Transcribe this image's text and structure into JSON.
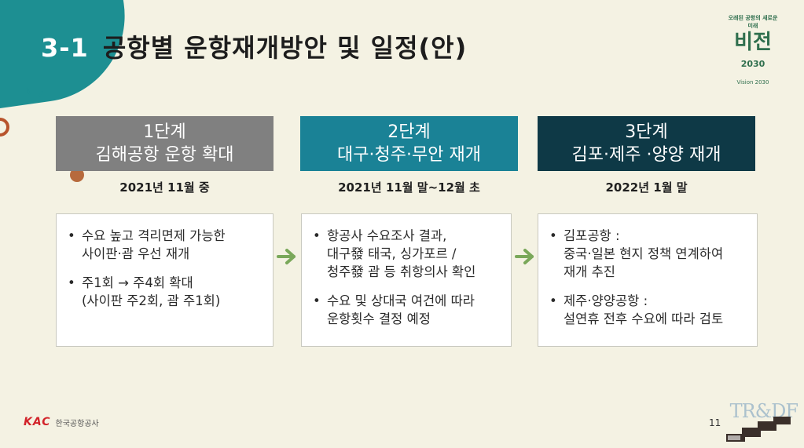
{
  "header": {
    "number": "3-1",
    "title": "공항별 운항재개방안 및 일정(안)"
  },
  "logo": {
    "top": "오래된 공항의 새로운 미래",
    "main": "비전",
    "year": "2030",
    "sub": "Vision 2030"
  },
  "stages": [
    {
      "label": "1단계",
      "name": "김해공항 운항 확대",
      "date": "2021년 11월 중"
    },
    {
      "label": "2단계",
      "name": "대구·청주·무안 재개",
      "date": "2021년 11월 말~12월 초"
    },
    {
      "label": "3단계",
      "name": "김포·제주 ·양양 재개",
      "date": "2022년 1월 말"
    }
  ],
  "cards": [
    {
      "bullets": [
        "수요 높고 격리면제 가능한\n사이판·괌 우선 재개",
        "주1회 → 주4회 확대\n(사이판 주2회, 괌 주1회)"
      ]
    },
    {
      "bullets": [
        "항공사 수요조사 결과,\n대구發 태국, 싱가포르 /\n청주發 괌 등 취항의사 확인",
        "수요 및 상대국 여건에 따라\n운항횟수 결정 예정"
      ]
    },
    {
      "bullets": [
        "김포공항 :\n중국·일본 현지 정책 연계하여\n재개 추진",
        "제주·양양공항 :\n설연휴 전후 수요에 따라 검토"
      ]
    }
  ],
  "bullet_symbol": "•",
  "footer": {
    "org_mark": "KAC",
    "org_name": "한국공항공사",
    "page": "11",
    "watermark": "TR&DF"
  },
  "colors": {
    "stage1": "#808080",
    "stage2": "#1a8296",
    "stage3": "#0e3946",
    "arrow": "#7aa85a",
    "accent_teal": "#1d8f92"
  },
  "icons": [
    "chevron-right-arrow-icon",
    "kac-logo-icon",
    "vision-2030-logo-icon"
  ]
}
